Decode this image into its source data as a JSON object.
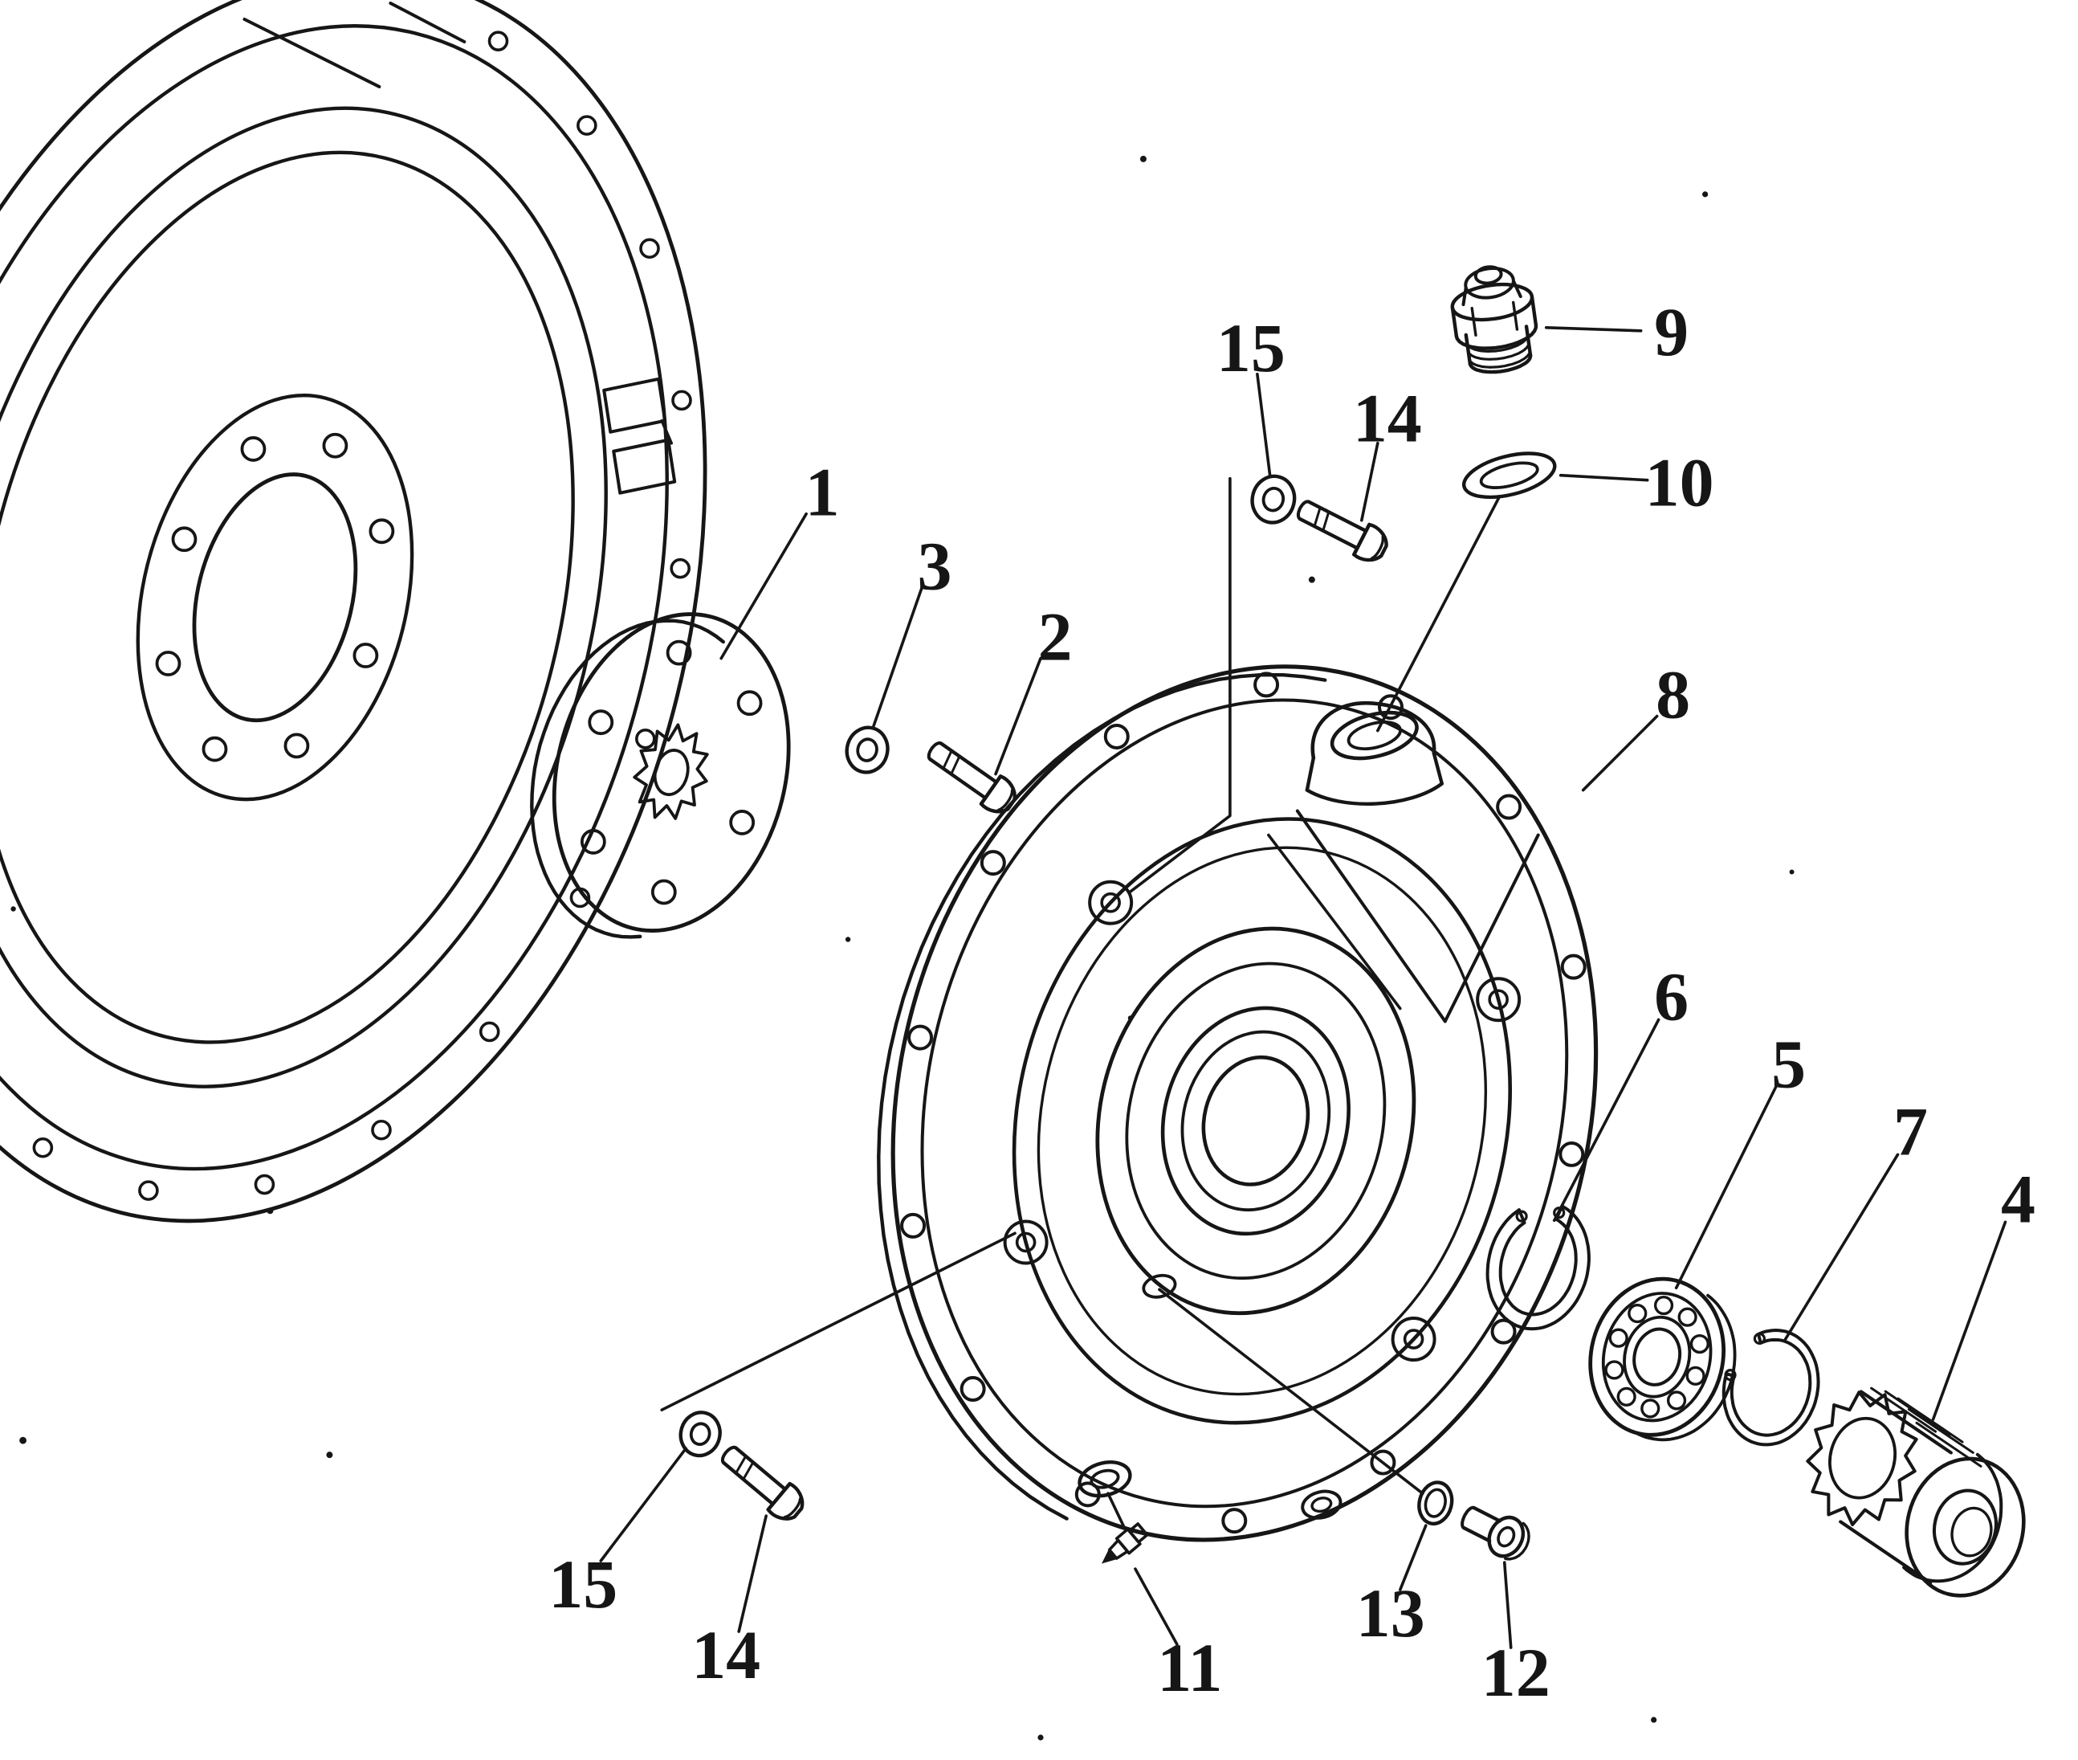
{
  "document": {
    "kind": "Exploded parts diagram (monochrome line art)",
    "background": "#ffffff",
    "ink": "#161616"
  },
  "callouts": [
    {
      "label": "1"
    },
    {
      "label": "3"
    },
    {
      "label": "2"
    },
    {
      "label": "15"
    },
    {
      "label": "14"
    },
    {
      "label": "9"
    },
    {
      "label": "10"
    },
    {
      "label": "8"
    },
    {
      "label": "6"
    },
    {
      "label": "5"
    },
    {
      "label": "7"
    },
    {
      "label": "4"
    },
    {
      "label": "15"
    },
    {
      "label": "14"
    },
    {
      "label": "11"
    },
    {
      "label": "13"
    },
    {
      "label": "12"
    }
  ]
}
